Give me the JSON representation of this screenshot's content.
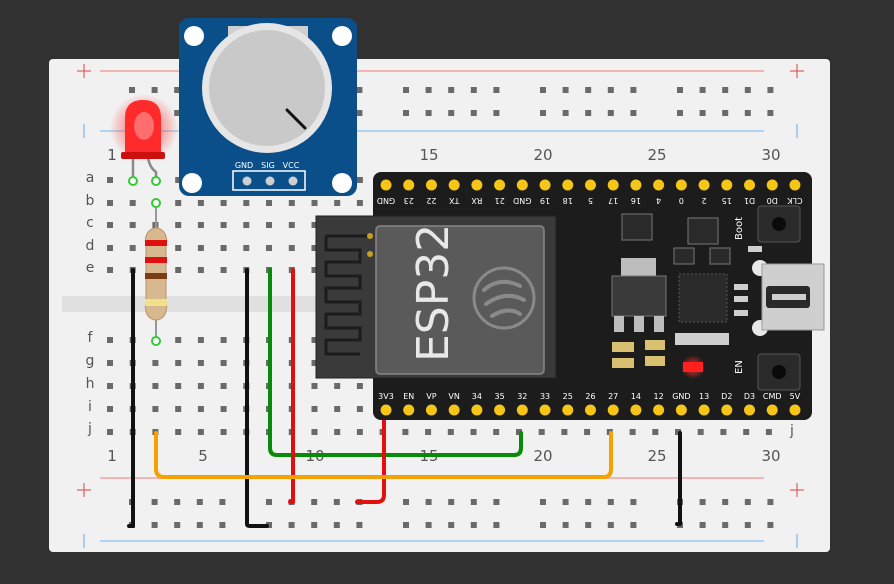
{
  "breadboard": {
    "row_letters_top": [
      "a",
      "b",
      "c",
      "d",
      "e"
    ],
    "row_letters_bottom": [
      "f",
      "g",
      "h",
      "i",
      "j"
    ],
    "col_numbers": [
      "1",
      "5",
      "10",
      "15",
      "20",
      "25",
      "30"
    ],
    "right_letter_j": "j"
  },
  "esp32": {
    "chip_label": "ESP32",
    "top_pins": [
      "GND",
      "23",
      "22",
      "TX",
      "RX",
      "21",
      "GND",
      "19",
      "18",
      "5",
      "17",
      "16",
      "4",
      "0",
      "2",
      "15",
      "D1",
      "D0",
      "CLK"
    ],
    "bottom_pins": [
      "3V3",
      "EN",
      "VP",
      "VN",
      "34",
      "35",
      "32",
      "33",
      "25",
      "26",
      "27",
      "14",
      "12",
      "GND",
      "13",
      "D2",
      "D3",
      "CMD",
      "5V"
    ],
    "boot_label": "Boot",
    "en_label": "EN"
  },
  "rotary_module": {
    "pin_labels": [
      "GND",
      "SIG",
      "VCC"
    ]
  },
  "colors": {
    "wire_black": "#111111",
    "wire_red": "#e01010",
    "wire_green": "#0a8a0a",
    "wire_orange": "#f5a200",
    "board_blue": "#0b4f8a",
    "esp_board": "#1c1c1c",
    "led_red": "#ff2020"
  }
}
